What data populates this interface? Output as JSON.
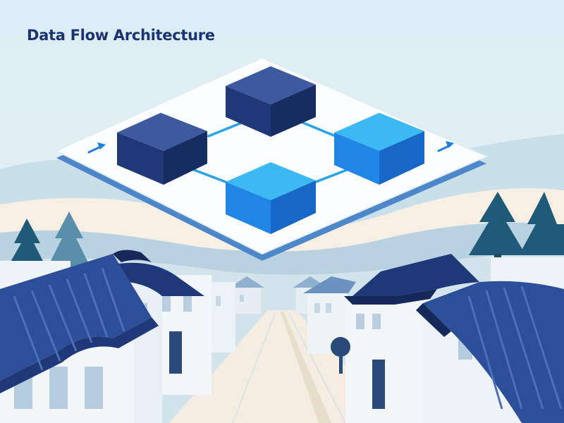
{
  "header": {
    "title": "Data Flow Architecture"
  },
  "diagram": {
    "nodes": [
      {
        "id": "node-a",
        "shade": "dark"
      },
      {
        "id": "node-b",
        "shade": "dark"
      },
      {
        "id": "node-c",
        "shade": "light"
      },
      {
        "id": "node-d",
        "shade": "light"
      }
    ],
    "edges": [
      {
        "from": "node-a",
        "to": "node-b"
      },
      {
        "from": "node-b",
        "to": "node-c"
      },
      {
        "from": "node-a",
        "to": "node-d"
      },
      {
        "from": "node-d",
        "to": "node-c"
      }
    ],
    "flow_in_icon": "arrow-up-right-icon",
    "flow_out_icon": "arrow-up-right-icon"
  },
  "colors": {
    "sky": "#dcecf4",
    "title": "#1b3370",
    "node_dark_top": "#3d5aa0",
    "node_dark_front": "#1e3878",
    "node_dark_side": "#172c60",
    "node_light_top": "#3cb8f2",
    "node_light_front": "#1f86e6",
    "node_light_side": "#1667c8",
    "connector": "#29a3ea",
    "arrow": "#1f7fe0",
    "roof": "#2d4f9a",
    "tree": "#1f5a78",
    "wall": "#f1f5f9"
  }
}
